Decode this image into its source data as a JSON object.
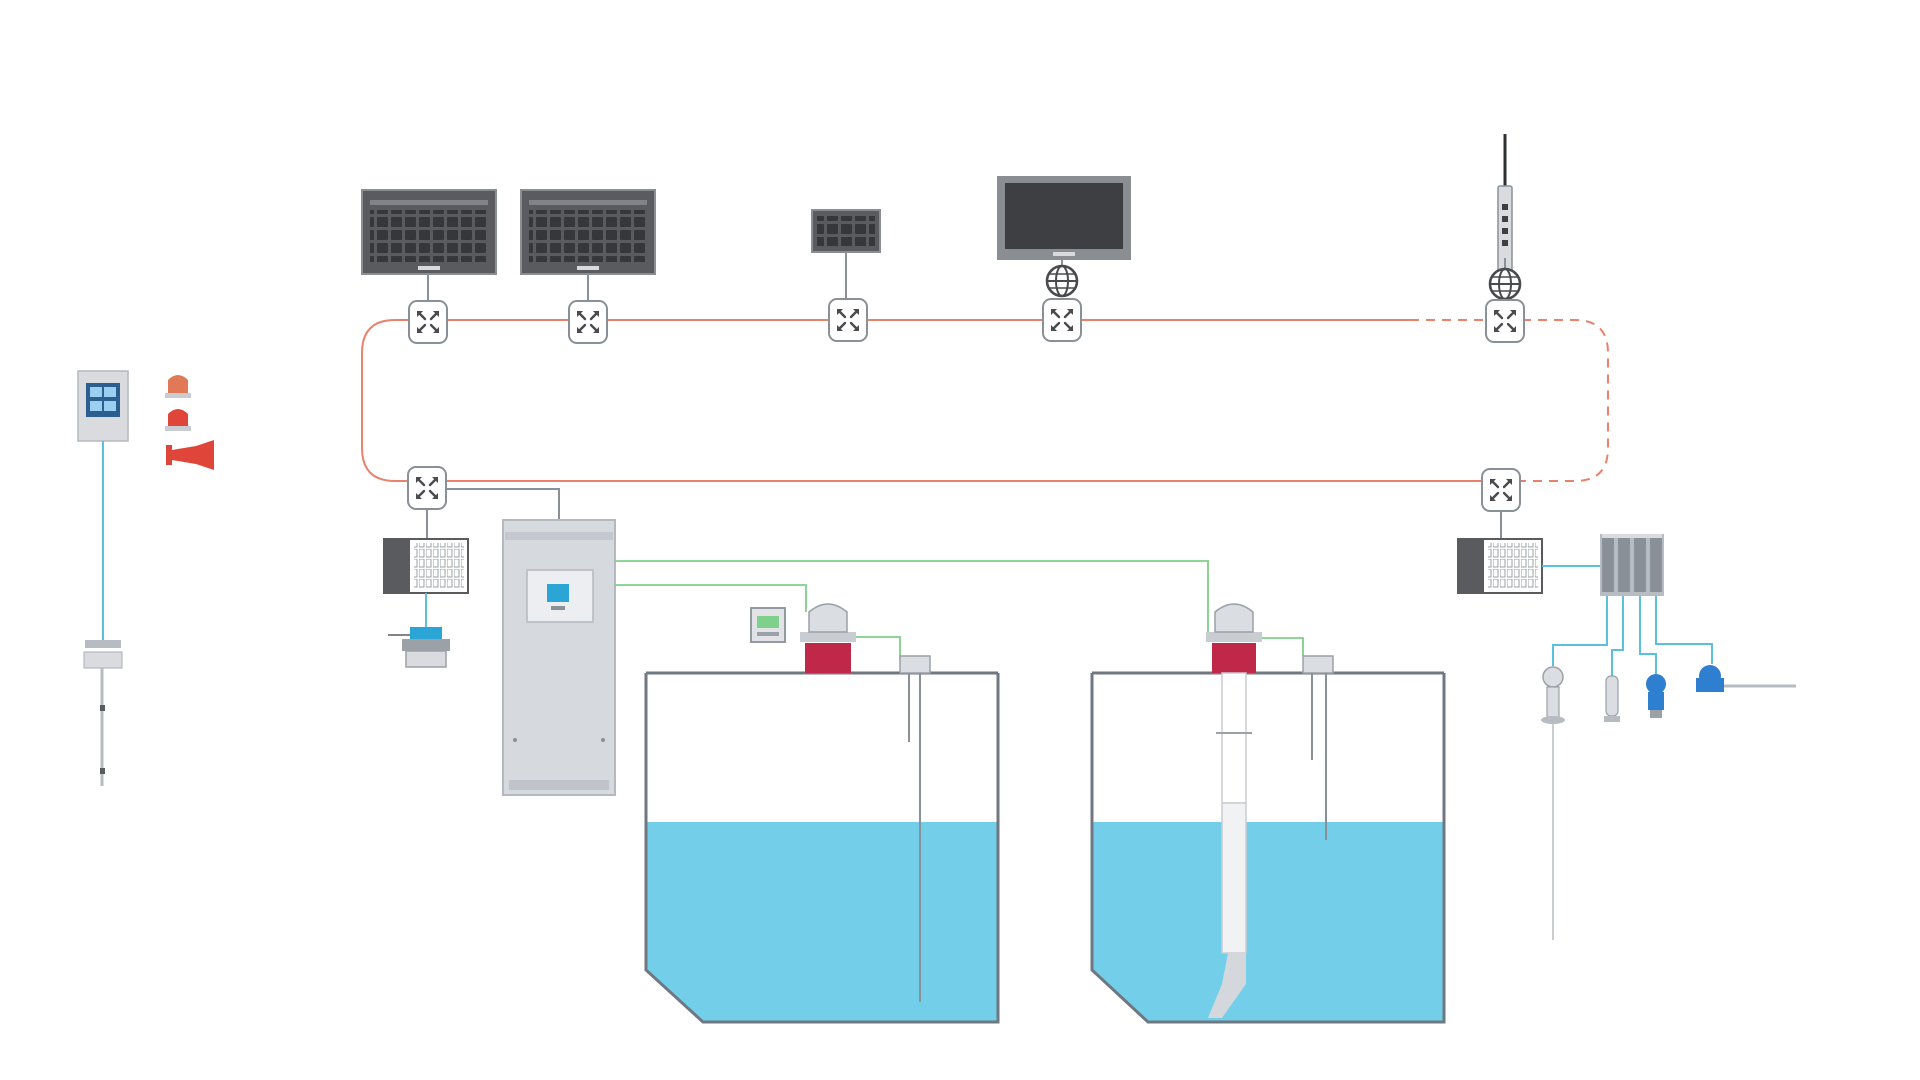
{
  "diagram": {
    "colors": {
      "ring": "#e9826c",
      "ring_dashed": "#e9826c",
      "signal_blue": "#5bc0de",
      "signal_green": "#7fd08a",
      "water": "#73cfe9",
      "tank_outline": "#6f7780",
      "device_gray": "#d8dbe0",
      "monitor_dark": "#4a4b4e",
      "alarm_red": "#e0453a",
      "valve_red": "#c0284a"
    },
    "nodes": [
      {
        "name": "panel-1",
        "icon": "monitor-panel-icon"
      },
      {
        "name": "panel-2",
        "icon": "monitor-panel-icon"
      },
      {
        "name": "small-panel",
        "icon": "monitor-panel-icon"
      },
      {
        "name": "display",
        "icon": "display-icon"
      },
      {
        "name": "wireless-gateway",
        "icon": "antenna-icon"
      },
      {
        "name": "switch",
        "icon": "network-switch-icon"
      },
      {
        "name": "io-rack",
        "icon": "io-module-icon"
      },
      {
        "name": "controller-cabinet",
        "icon": "cabinet-icon"
      },
      {
        "name": "tank-1",
        "icon": "tank-icon"
      },
      {
        "name": "tank-2",
        "icon": "tank-icon"
      },
      {
        "name": "field-transmitters",
        "icon": "transmitter-icon"
      },
      {
        "name": "alarm-panel",
        "icon": "alarm-panel-icon"
      },
      {
        "name": "beacon",
        "icon": "beacon-icon"
      },
      {
        "name": "horn",
        "icon": "horn-icon"
      }
    ]
  }
}
